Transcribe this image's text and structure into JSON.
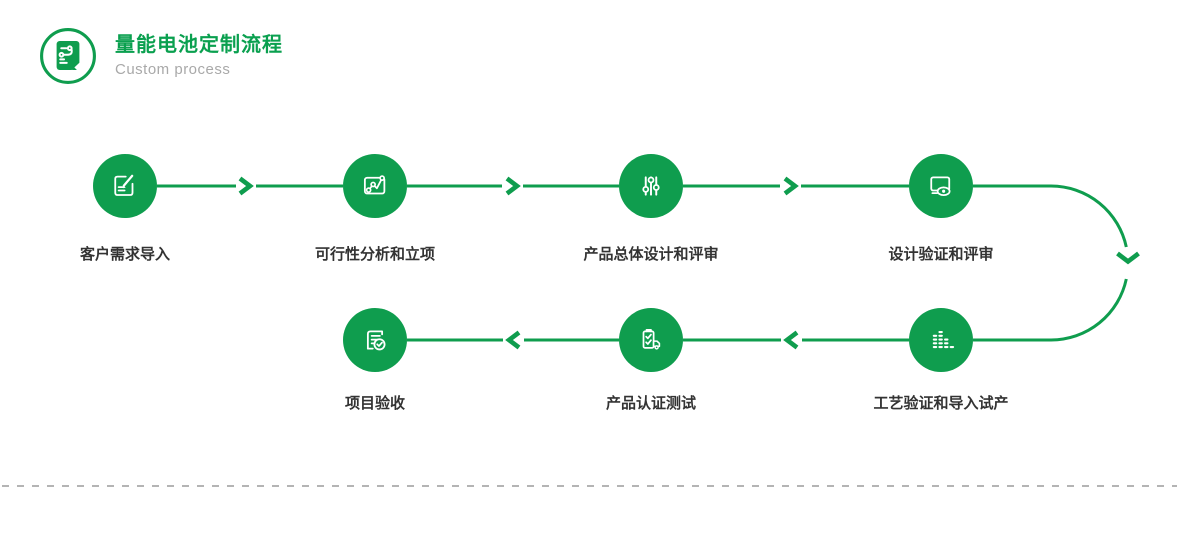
{
  "header": {
    "title": "量能电池定制流程",
    "subtitle": "Custom process",
    "icon": "process-document-icon"
  },
  "steps": [
    {
      "id": 1,
      "label": "客户需求导入",
      "icon": "edit-document-icon"
    },
    {
      "id": 2,
      "label": "可行性分析和立项",
      "icon": "line-chart-icon"
    },
    {
      "id": 3,
      "label": "产品总体设计和评审",
      "icon": "sliders-icon"
    },
    {
      "id": 4,
      "label": "设计验证和评审",
      "icon": "monitor-eye-icon"
    },
    {
      "id": 5,
      "label": "工艺验证和导入试产",
      "icon": "equalizer-bars-icon"
    },
    {
      "id": 6,
      "label": "产品认证测试",
      "icon": "certification-check-icon"
    },
    {
      "id": 7,
      "label": "项目验收",
      "icon": "document-approved-icon"
    }
  ],
  "colors": {
    "accent_green": "#0f9d4e",
    "title_green": "#0aa04f",
    "label_text": "#333333",
    "subtitle_gray": "#a9a9a9",
    "dashed_line_gray": "#9b9b9b",
    "background": "#ffffff"
  }
}
